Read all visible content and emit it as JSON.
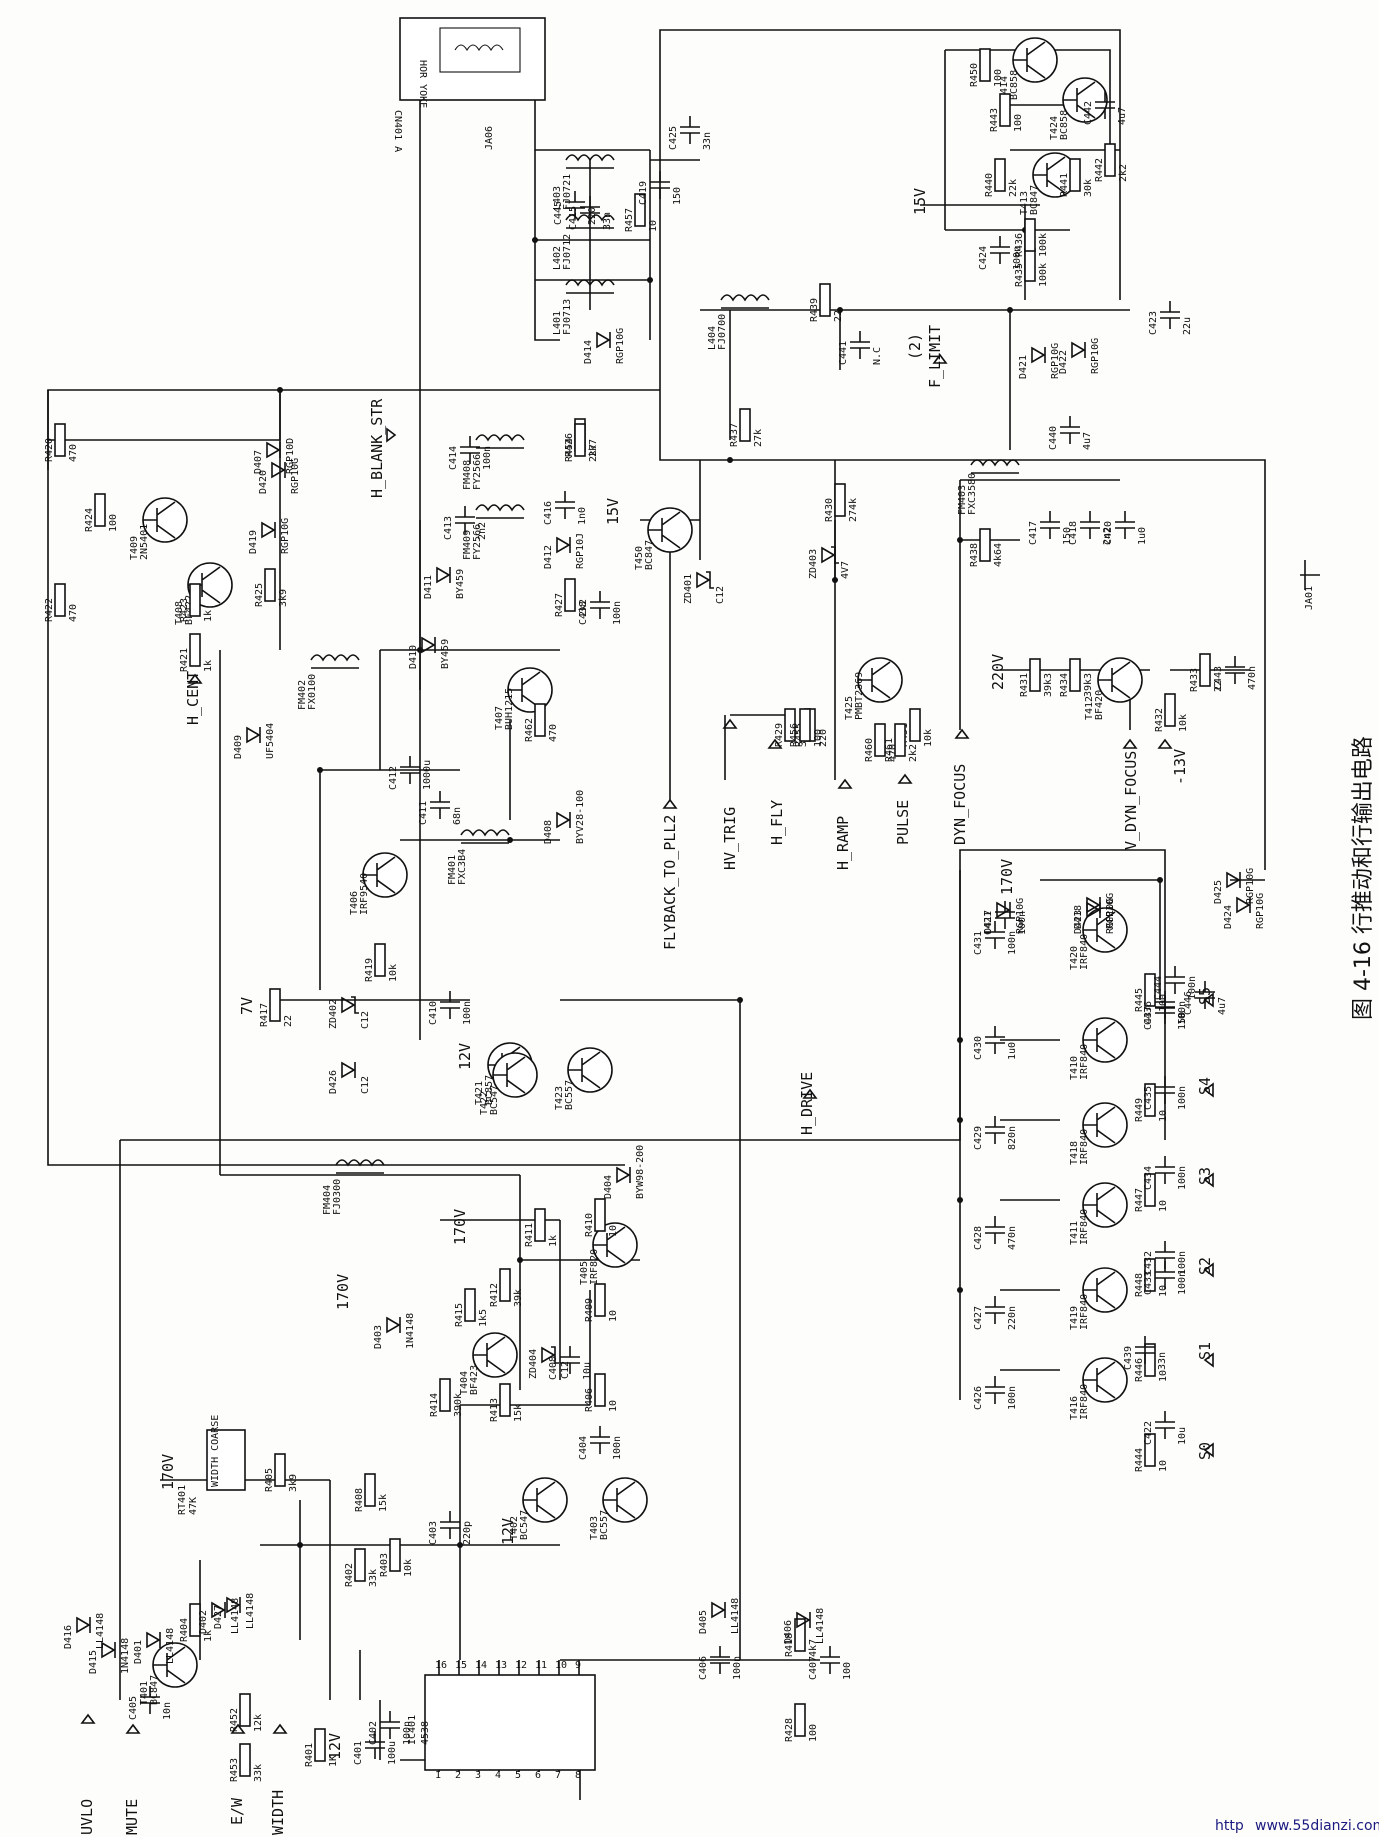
{
  "title": "图 4-16  行推动和行输出电路",
  "watermark": "www.55dianzi.com",
  "watermark_prefix": "http",
  "yoke_label": "HOR YOKE",
  "nets": {
    "uvlo": "UVLO",
    "mute": "MUTE",
    "ew": "E/W",
    "width": "WIDTH",
    "h_cent": "H_CENT",
    "h_blank_str": "H_BLANK_STR",
    "flyback_to_pll2": "FLYBACK_TO_PLL2",
    "hv_trig": "HV_TRIG",
    "h_fly": "H_FLY",
    "h_ramp": "H_RAMP",
    "pulse": "PULSE",
    "dyn_focus": "DYN_FOCUS",
    "v_dyn_focus": "V_DYN_FOCUS",
    "h_drive": "H_DRIVE",
    "f_limit": "F_LIMIT",
    "f_limit_num": "(2)",
    "s0": "S0",
    "s1": "S1",
    "s2": "S2",
    "s3": "S3",
    "s4": "S4",
    "s5": "S5"
  },
  "supplies": {
    "v15_a": "15V",
    "v15_b": "15V",
    "v170_a": "170V",
    "v170_b": "170V",
    "v170_c": "170V",
    "v170_d": "170V",
    "v12_a": "12V",
    "v12_b": "12V",
    "v12_c": "12V",
    "v7": "7V",
    "v220": "220V",
    "vneg13": "-13V"
  },
  "transistors": [
    {
      "ref": "T401",
      "type": "BC847"
    },
    {
      "ref": "T402",
      "type": "BC547"
    },
    {
      "ref": "T403",
      "type": "BC557"
    },
    {
      "ref": "T404",
      "type": "BF423"
    },
    {
      "ref": "T405",
      "type": "IRF820"
    },
    {
      "ref": "T406",
      "type": "IRF9540"
    },
    {
      "ref": "T407",
      "type": "BUH1215"
    },
    {
      "ref": "T408",
      "type": "BF422"
    },
    {
      "ref": "T409",
      "type": "2N5401"
    },
    {
      "ref": "T410",
      "type": "IRF840"
    },
    {
      "ref": "T411",
      "type": "IRF840"
    },
    {
      "ref": "T412",
      "type": "BF420"
    },
    {
      "ref": "T413",
      "type": "BC847"
    },
    {
      "ref": "T414",
      "type": "BC858"
    },
    {
      "ref": "T416",
      "type": "IRF840"
    },
    {
      "ref": "T418",
      "type": "IRF840"
    },
    {
      "ref": "T419",
      "type": "IRF840"
    },
    {
      "ref": "T420",
      "type": "IRF840"
    },
    {
      "ref": "T421",
      "type": "BC857"
    },
    {
      "ref": "T422",
      "type": "BC547"
    },
    {
      "ref": "T423",
      "type": "BC557"
    },
    {
      "ref": "T424",
      "type": "BC858"
    },
    {
      "ref": "T425",
      "type": "PMBT2369"
    },
    {
      "ref": "T450",
      "type": "BC847"
    }
  ],
  "resistors": [
    {
      "ref": "R401",
      "val": "1K"
    },
    {
      "ref": "R402",
      "val": "33k"
    },
    {
      "ref": "R403",
      "val": "10k"
    },
    {
      "ref": "R404",
      "val": "1k"
    },
    {
      "ref": "R405",
      "val": "3k9"
    },
    {
      "ref": "R406",
      "val": "10"
    },
    {
      "ref": "R407",
      "val": "3k9"
    },
    {
      "ref": "R408",
      "val": "15k"
    },
    {
      "ref": "R409",
      "val": "10"
    },
    {
      "ref": "R410",
      "val": "10"
    },
    {
      "ref": "R411",
      "val": "1k"
    },
    {
      "ref": "R412",
      "val": "39k"
    },
    {
      "ref": "R413",
      "val": "15k"
    },
    {
      "ref": "R414",
      "val": "390k"
    },
    {
      "ref": "R415",
      "val": "1k5"
    },
    {
      "ref": "R417",
      "val": "22"
    },
    {
      "ref": "R418",
      "val": "4k7"
    },
    {
      "ref": "R419",
      "val": "10k"
    },
    {
      "ref": "R420",
      "val": "470"
    },
    {
      "ref": "R421",
      "val": "1k"
    },
    {
      "ref": "R422",
      "val": "470"
    },
    {
      "ref": "R423",
      "val": "1k"
    },
    {
      "ref": "R424",
      "val": "100"
    },
    {
      "ref": "R425",
      "val": "3k9"
    },
    {
      "ref": "R426",
      "val": "2k7"
    },
    {
      "ref": "R427",
      "val": "2k2"
    },
    {
      "ref": "R428",
      "val": "100"
    },
    {
      "ref": "R429",
      "val": "390"
    },
    {
      "ref": "R430",
      "val": "274k"
    },
    {
      "ref": "R431",
      "val": "39k3"
    },
    {
      "ref": "R432",
      "val": "10k"
    },
    {
      "ref": "R433",
      "val": "22"
    },
    {
      "ref": "R434",
      "val": "39k3"
    },
    {
      "ref": "R435",
      "val": "100k"
    },
    {
      "ref": "R436",
      "val": "100k"
    },
    {
      "ref": "R437",
      "val": "27k"
    },
    {
      "ref": "R438",
      "val": "4k64"
    },
    {
      "ref": "R439",
      "val": "22"
    },
    {
      "ref": "R440",
      "val": "22k"
    },
    {
      "ref": "R441",
      "val": "30k"
    },
    {
      "ref": "R442",
      "val": "2k2"
    },
    {
      "ref": "R443",
      "val": "100"
    },
    {
      "ref": "R444",
      "val": "10"
    },
    {
      "ref": "R445",
      "val": "100"
    },
    {
      "ref": "R446",
      "val": "10"
    },
    {
      "ref": "R447",
      "val": "10"
    },
    {
      "ref": "R448",
      "val": "10"
    },
    {
      "ref": "R449",
      "val": "10"
    },
    {
      "ref": "R450",
      "val": "100"
    },
    {
      "ref": "R451",
      "val": "10k"
    },
    {
      "ref": "R452",
      "val": "12k"
    },
    {
      "ref": "R453",
      "val": "33k"
    },
    {
      "ref": "R454",
      "val": "2k7"
    },
    {
      "ref": "R455",
      "val": "220"
    },
    {
      "ref": "R456",
      "val": "100"
    },
    {
      "ref": "R457",
      "val": "10"
    },
    {
      "ref": "R460",
      "val": "470"
    },
    {
      "ref": "R461",
      "val": "2k2"
    },
    {
      "ref": "R462",
      "val": "470"
    }
  ],
  "capacitors": [
    {
      "ref": "C401",
      "val": "100u"
    },
    {
      "ref": "C402",
      "val": "100n"
    },
    {
      "ref": "C403",
      "val": "220p"
    },
    {
      "ref": "C404",
      "val": "100n"
    },
    {
      "ref": "C405",
      "val": "10n"
    },
    {
      "ref": "C406",
      "val": "100n"
    },
    {
      "ref": "C407",
      "val": "100"
    },
    {
      "ref": "C408",
      "val": "10u"
    },
    {
      "ref": "C410",
      "val": "100n"
    },
    {
      "ref": "C411",
      "val": "68n"
    },
    {
      "ref": "C412",
      "val": "1000u"
    },
    {
      "ref": "C413",
      "val": "2n2"
    },
    {
      "ref": "C414",
      "val": "100n"
    },
    {
      "ref": "C415",
      "val": "33n"
    },
    {
      "ref": "C416",
      "val": "1n0"
    },
    {
      "ref": "C417",
      "val": "150"
    },
    {
      "ref": "C418",
      "val": "2n2"
    },
    {
      "ref": "C419",
      "val": "150"
    },
    {
      "ref": "C420",
      "val": "1u0"
    },
    {
      "ref": "C421",
      "val": "100n"
    },
    {
      "ref": "C422",
      "val": "10u"
    },
    {
      "ref": "C423",
      "val": "22u"
    },
    {
      "ref": "C424",
      "val": "100n"
    },
    {
      "ref": "C425",
      "val": "33n"
    },
    {
      "ref": "C426",
      "val": "100n"
    },
    {
      "ref": "C427",
      "val": "220n"
    },
    {
      "ref": "C428",
      "val": "470n"
    },
    {
      "ref": "C429",
      "val": "820n"
    },
    {
      "ref": "C430",
      "val": "1u0"
    },
    {
      "ref": "C431",
      "val": "100n"
    },
    {
      "ref": "C432",
      "val": "100n"
    },
    {
      "ref": "C433",
      "val": "100n"
    },
    {
      "ref": "C434",
      "val": "100n"
    },
    {
      "ref": "C435",
      "val": "100n"
    },
    {
      "ref": "C436",
      "val": "100n"
    },
    {
      "ref": "C437",
      "val": "150"
    },
    {
      "ref": "C438",
      "val": "100n"
    },
    {
      "ref": "C439",
      "val": "33n"
    },
    {
      "ref": "C440",
      "val": "4u7"
    },
    {
      "ref": "C441",
      "val": "N.C"
    },
    {
      "ref": "C442",
      "val": "4u7"
    },
    {
      "ref": "C443",
      "val": "470n"
    },
    {
      "ref": "C444",
      "val": "100n"
    },
    {
      "ref": "C445",
      "val": "220"
    },
    {
      "ref": "C446",
      "val": "4u7"
    }
  ],
  "diodes": [
    {
      "ref": "D401",
      "val": "LL4148"
    },
    {
      "ref": "D402",
      "val": "LL4148"
    },
    {
      "ref": "D403",
      "val": "1N4148"
    },
    {
      "ref": "D404",
      "val": "BYW98-200"
    },
    {
      "ref": "D405",
      "val": "LL4148"
    },
    {
      "ref": "D406",
      "val": "LL4148"
    },
    {
      "ref": "D407",
      "val": "RGP10D"
    },
    {
      "ref": "D408",
      "val": "BYV28-100"
    },
    {
      "ref": "D409",
      "val": "UF5404"
    },
    {
      "ref": "D410",
      "val": "BY459"
    },
    {
      "ref": "D411",
      "val": "BY459"
    },
    {
      "ref": "D412",
      "val": "RGP10J"
    },
    {
      "ref": "D414",
      "val": "RGP10G"
    },
    {
      "ref": "D415",
      "val": "1N4148"
    },
    {
      "ref": "D416",
      "val": "LL4148"
    },
    {
      "ref": "D417",
      "val": "RGP10G"
    },
    {
      "ref": "D418",
      "val": "RGP10G"
    },
    {
      "ref": "D419",
      "val": "RGP10G"
    },
    {
      "ref": "D420",
      "val": "RGP10G"
    },
    {
      "ref": "D421",
      "val": "RGP10G"
    },
    {
      "ref": "D422",
      "val": "RGP10G"
    },
    {
      "ref": "D423",
      "val": "RGP10G"
    },
    {
      "ref": "D424",
      "val": "RGP10G"
    },
    {
      "ref": "D425",
      "val": "RGP10G"
    },
    {
      "ref": "D426",
      "val": "C12"
    },
    {
      "ref": "D427",
      "val": "LL4148"
    }
  ],
  "zeners": [
    {
      "ref": "ZD401",
      "val": "C12"
    },
    {
      "ref": "ZD402",
      "val": "C12"
    },
    {
      "ref": "ZD403",
      "val": "4V7"
    },
    {
      "ref": "ZD404",
      "val": "C12"
    }
  ],
  "magnetics": [
    {
      "ref": "FM401",
      "val": "FXC3B4"
    },
    {
      "ref": "FM402",
      "val": "FX0100"
    },
    {
      "ref": "FM403",
      "val": "FXC3580"
    },
    {
      "ref": "FM404",
      "val": "FJ0300"
    },
    {
      "ref": "L401",
      "val": "FJ0713"
    },
    {
      "ref": "L402",
      "val": "FJ0712"
    },
    {
      "ref": "L403",
      "val": "FJ0721"
    },
    {
      "ref": "L404",
      "val": "FJ0700"
    },
    {
      "ref": "FM408",
      "val": "FY2566"
    },
    {
      "ref": "FM409",
      "val": "FY2566"
    }
  ],
  "misc": {
    "ic": "IC401",
    "ic_type": "4538",
    "trimmer": "RT401",
    "trimmer_val": "47K",
    "width_coarse": "WIDTH COARSE",
    "connector_a": "CN401 A",
    "connector_b": "JA06",
    "connector_c": "JA01"
  },
  "ic_pins": [
    "16",
    "15",
    "14",
    "13",
    "12",
    "11",
    "10",
    "9",
    "1",
    "2",
    "3",
    "4",
    "5",
    "6",
    "7",
    "8"
  ]
}
